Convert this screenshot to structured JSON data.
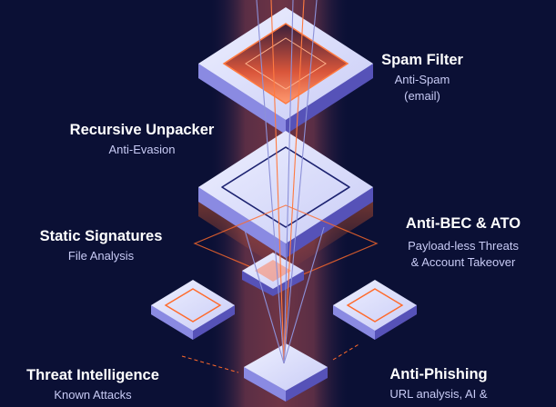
{
  "labels": {
    "spam_filter": {
      "title": "Spam Filter",
      "sub1": "Anti-Spam",
      "sub2": "(email)"
    },
    "recursive_unpacker": {
      "title": "Recursive Unpacker",
      "sub": "Anti-Evasion"
    },
    "static_signatures": {
      "title": "Static Signatures",
      "sub": "File Analysis"
    },
    "anti_bec_ato": {
      "title": "Anti-BEC & ATO",
      "sub1": "Payload-less Threats",
      "sub2": "& Account Takeover"
    },
    "threat_intelligence": {
      "title": "Threat Intelligence",
      "sub": "Known Attacks"
    },
    "anti_phishing": {
      "title": "Anti-Phishing",
      "sub1": "URL analysis, AI &"
    }
  },
  "colors": {
    "background": "#0b1035",
    "beam": "#5a2a3a",
    "orange": "#ff6a2b",
    "plate_top": "#d7d9fb",
    "plate_side": "#8e8ee8",
    "plate_dark": "#5652b8",
    "line": "#2a2f7a"
  }
}
